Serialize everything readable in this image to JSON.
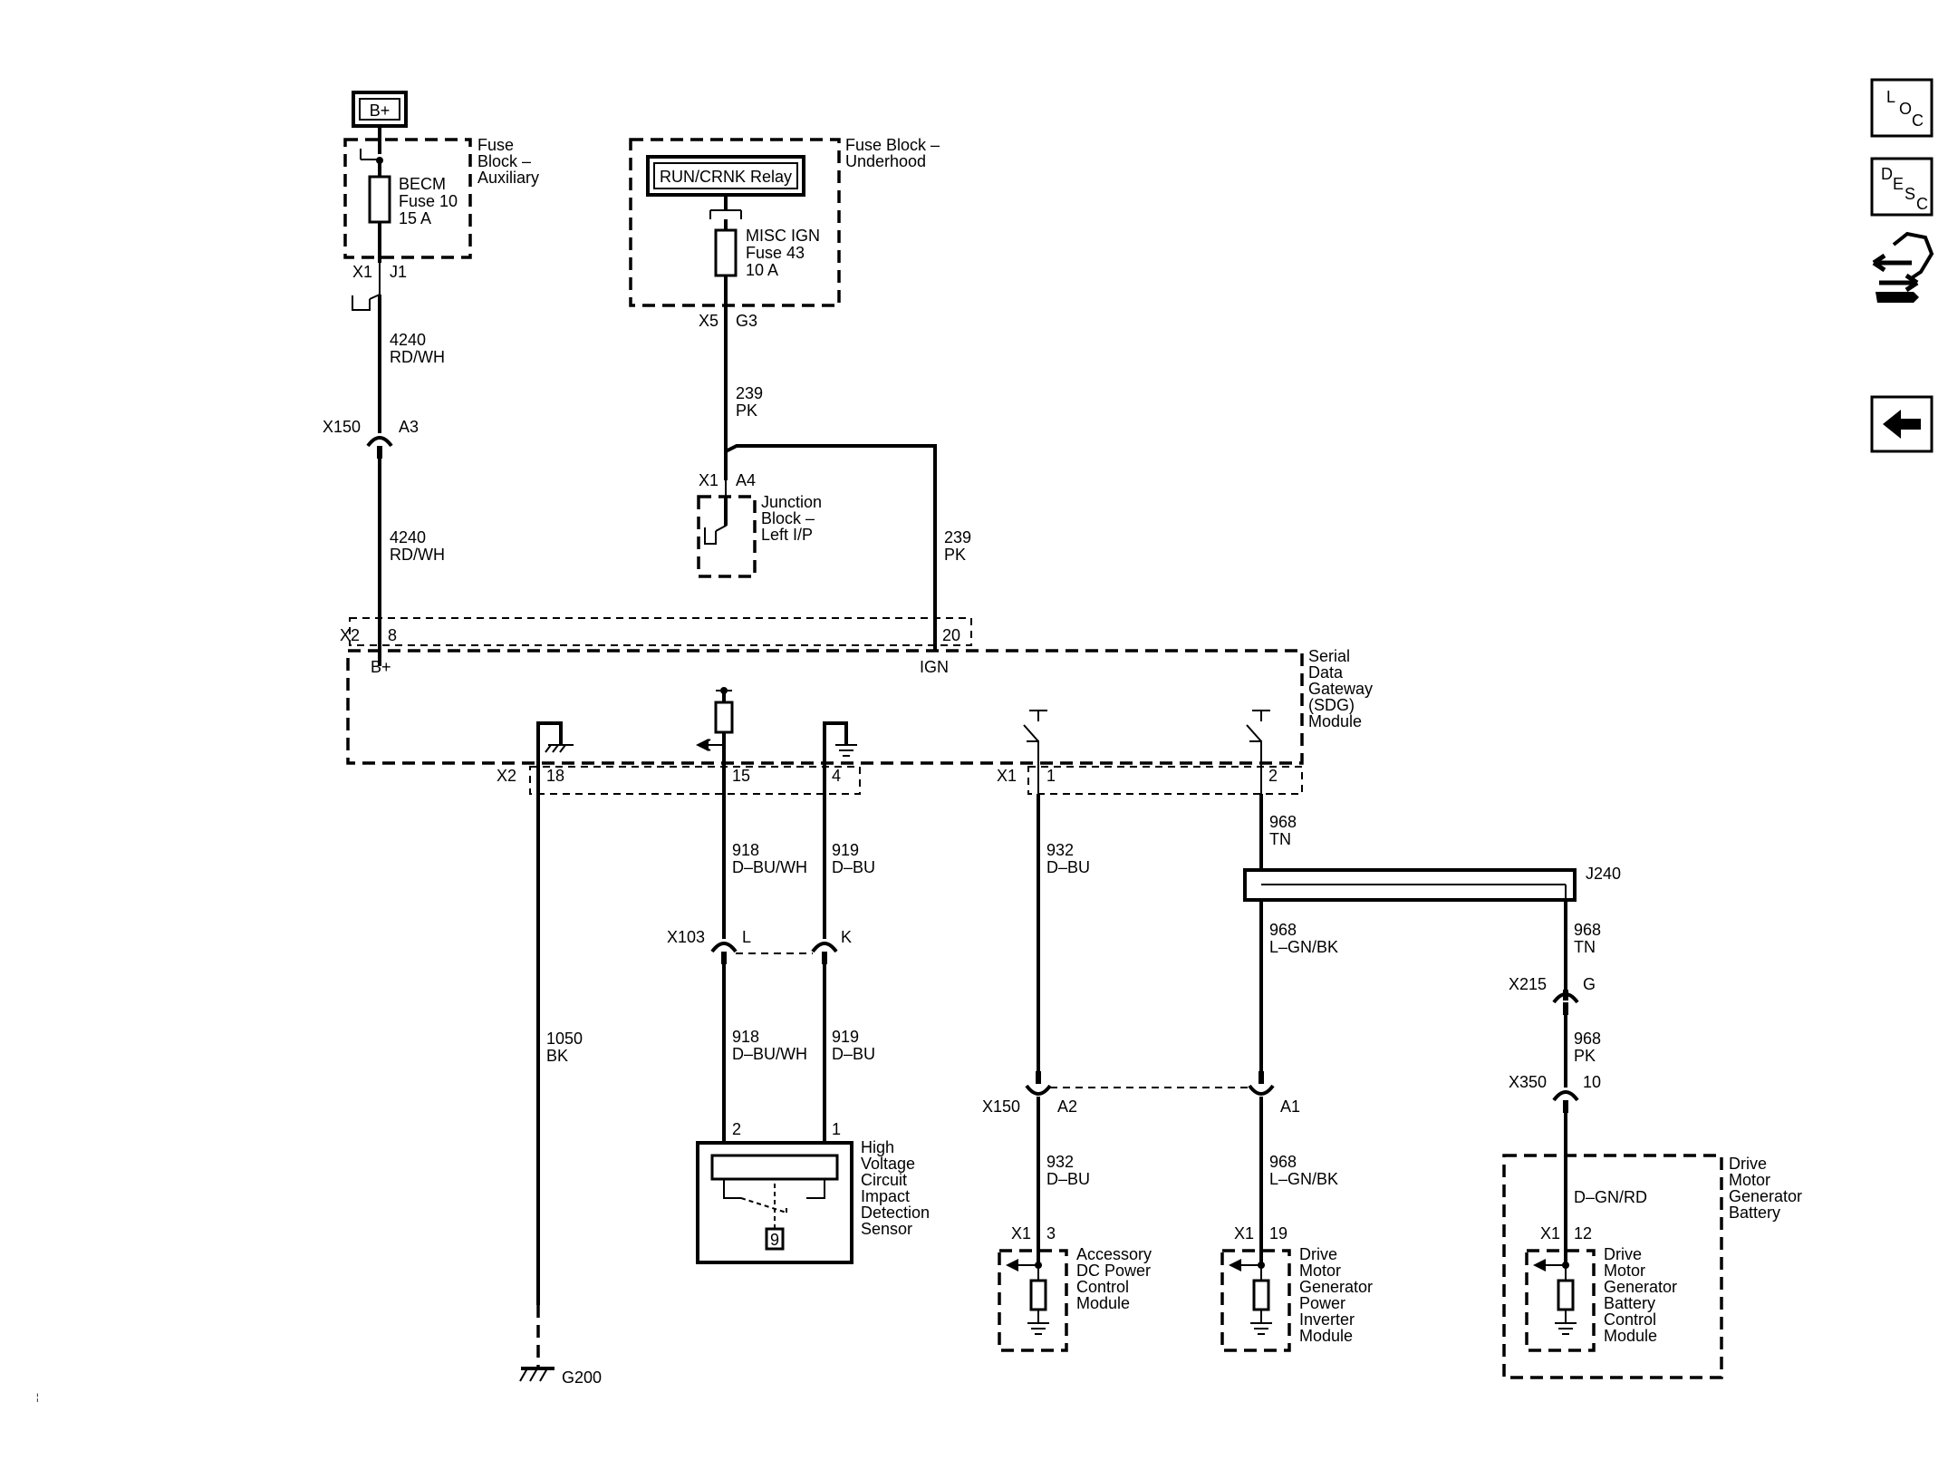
{
  "bplus_box": "B+",
  "fuse_aux": {
    "title": [
      "Fuse",
      "Block –",
      "Auxiliary"
    ],
    "fuse": [
      "BECM",
      "Fuse 10",
      "15 A"
    ],
    "conn": "X1",
    "pin": "J1"
  },
  "fuse_uh": {
    "title": [
      "Fuse Block –",
      "Underhood"
    ],
    "relay": "RUN/CRNK Relay",
    "fuse": [
      "MISC IGN",
      "Fuse 43",
      "10 A"
    ],
    "conn": "X5",
    "pin": "G3"
  },
  "wires": {
    "w4240_a": [
      "4240",
      "RD/WH"
    ],
    "w4240_b": [
      "4240",
      "RD/WH"
    ],
    "w239_a": [
      "239",
      "PK"
    ],
    "w239_b": [
      "239",
      "PK"
    ],
    "w918_a": [
      "918",
      "D–BU/WH"
    ],
    "w919_a": [
      "919",
      "D–BU"
    ],
    "w918_b": [
      "918",
      "D–BU/WH"
    ],
    "w919_b": [
      "919",
      "D–BU"
    ],
    "w1050": [
      "1050",
      "BK"
    ],
    "w932_a": [
      "932",
      "D–BU"
    ],
    "w932_b": [
      "932",
      "D–BU"
    ],
    "w968_tn": [
      "968",
      "TN"
    ],
    "w968_lgn_a": [
      "968",
      "L–GN/BK"
    ],
    "w968_lgn_b": [
      "968",
      "L–GN/BK"
    ],
    "w968_tn2": [
      "968",
      "TN"
    ],
    "w968_pk": [
      "968",
      "PK"
    ],
    "w_dgn": [
      "D–GN/RD"
    ]
  },
  "connectors": {
    "x150_top": {
      "name": "X150",
      "pin": "A3"
    },
    "x1_a4": {
      "name": "X1",
      "pin": "A4"
    },
    "x2_top": {
      "name": "X2",
      "pin8": "8",
      "pin20": "20"
    },
    "x2_bottom": {
      "name": "X2",
      "pin18": "18",
      "pin15": "15",
      "pin4": "4"
    },
    "x1_bottom": {
      "name": "X1",
      "pin1": "1",
      "pin2": "2"
    },
    "x103": {
      "name": "X103",
      "pinL": "L",
      "pinK": "K"
    },
    "x150_bottom": {
      "name": "X150",
      "pinA2": "A2",
      "pinA1": "A1"
    },
    "x215": {
      "name": "X215",
      "pin": "G"
    },
    "x350": {
      "name": "X350",
      "pin": "10"
    },
    "hv_pins": {
      "p2": "2",
      "p1": "1"
    },
    "acc_conn": {
      "name": "X1",
      "pin": "3"
    },
    "inv_conn": {
      "name": "X1",
      "pin": "19"
    },
    "bat_conn": {
      "name": "X1",
      "pin": "12"
    }
  },
  "junction_block": [
    "Junction",
    "Block –",
    "Left I/P"
  ],
  "sdg": {
    "title": [
      "Serial",
      "Data",
      "Gateway",
      "(SDG)",
      "Module"
    ],
    "bplus": "B+",
    "ign": "IGN"
  },
  "splice": "J240",
  "hv_sensor": {
    "title": [
      "High",
      "Voltage",
      "Circuit",
      "Impact",
      "Detection",
      "Sensor"
    ],
    "symbol": "9"
  },
  "ground": "G200",
  "acc_module": [
    "Accessory",
    "DC Power",
    "Control",
    "Module"
  ],
  "inv_module": [
    "Drive",
    "Motor",
    "Generator",
    "Power",
    "Inverter",
    "Module"
  ],
  "battery": [
    "Drive",
    "Motor",
    "Generator",
    "Battery"
  ],
  "bat_module": [
    "Drive",
    "Motor",
    "Generator",
    "Battery",
    "Control",
    "Module"
  ],
  "nav": {
    "loc": [
      "L",
      "O",
      "C"
    ],
    "desc": [
      "D",
      "E",
      "S",
      "C"
    ],
    "icons": [
      "location-icon",
      "description-icon",
      "connector-tool-icon",
      "back-arrow-icon"
    ]
  }
}
